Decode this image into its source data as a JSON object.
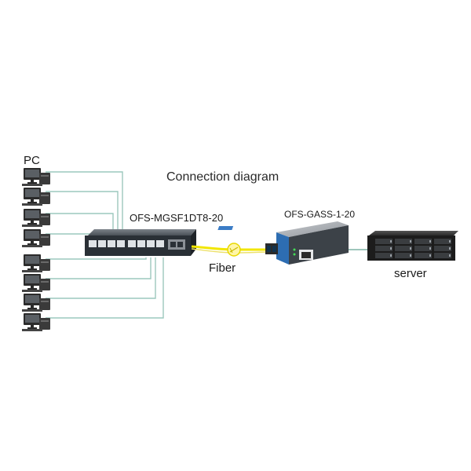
{
  "labels": {
    "pc": "PC",
    "title": "Connection diagram",
    "switch_model": "OFS-MGSF1DT8-20",
    "converter_model": "OFS-GASS-1-20",
    "fiber": "Fiber",
    "server": "server"
  },
  "colors": {
    "link_line": "#9cc8bd",
    "fiber_line": "#f2e600",
    "switch_body": "#2a3036",
    "converter_blue": "#2d6db2",
    "server_body": "#1c1c1c"
  },
  "icons": {
    "pc": "computer-icon",
    "fiber_joint": "fiber-coupler-icon"
  }
}
